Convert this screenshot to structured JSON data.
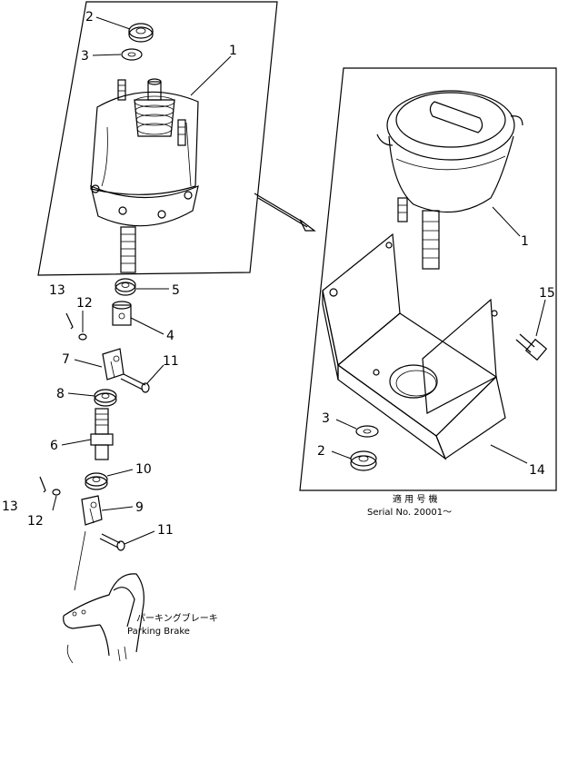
{
  "labels": {
    "p1_left": "1",
    "p2_left": "2",
    "p3_left": "3",
    "p4": "4",
    "p5": "5",
    "p6": "6",
    "p7": "7",
    "p8": "8",
    "p9": "9",
    "p10": "10",
    "p11_upper": "11",
    "p11_lower": "11",
    "p12_upper": "12",
    "p12_lower": "12",
    "p13_upper": "13",
    "p13_lower": "13",
    "p1_right": "1",
    "p2_right": "2",
    "p3_right": "3",
    "p14": "14",
    "p15": "15"
  },
  "captions": {
    "serial_jp": "適 用 号 機",
    "serial_en": "Serial No. 20001～",
    "parking_jp": "パーキングブレーキ",
    "parking_en": "Parking Brake"
  }
}
